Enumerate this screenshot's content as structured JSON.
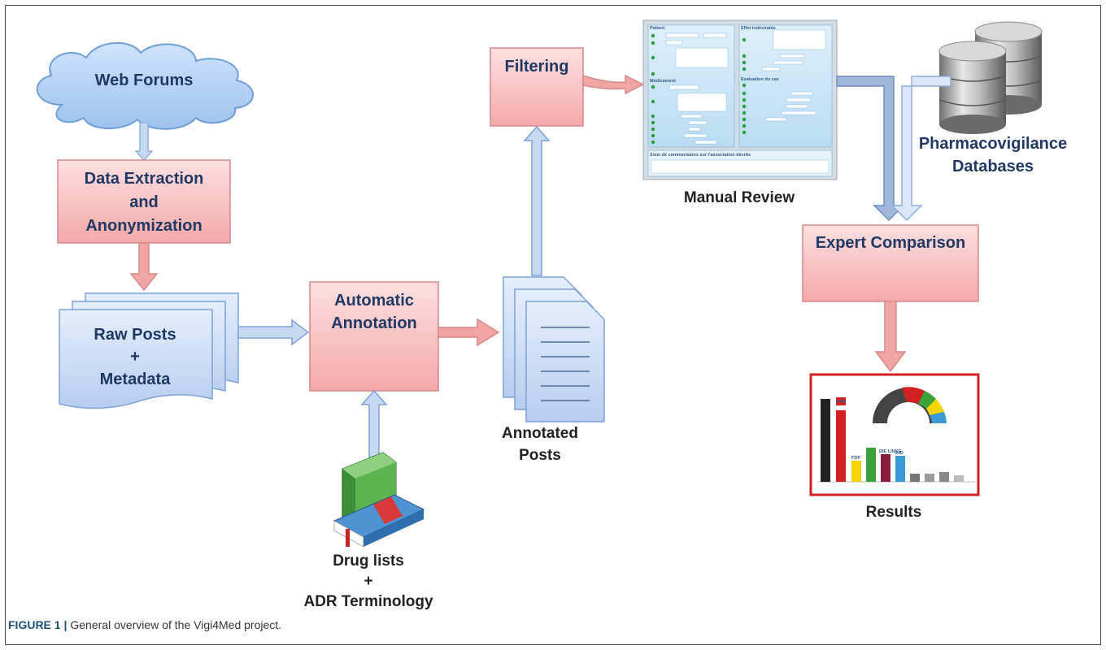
{
  "nodes": {
    "web_forums": "Web Forums",
    "data_extraction": [
      "Data Extraction",
      "and",
      "Anonymization"
    ],
    "raw_posts": [
      "Raw Posts",
      "+",
      "Metadata"
    ],
    "automatic_annotation": [
      "Automatic",
      "Annotation"
    ],
    "drug_lists": [
      "Drug lists",
      "+",
      "ADR Terminology"
    ],
    "annotated_posts": [
      "Annotated",
      "Posts"
    ],
    "filtering": "Filtering",
    "manual_review": "Manual Review",
    "pharmacovigilance": [
      "Pharmacovigilance",
      "Databases"
    ],
    "expert_comparison": "Expert Comparison",
    "results": "Results"
  },
  "form_thumbnail": {
    "left_header": "Patient",
    "right_header": "Effet indésirable",
    "middle_header": "Médicament",
    "right_mid_header": "Evaluation du cas",
    "bottom_label": "Zone de commentaires sur l'association décrite"
  },
  "results_thumbnail": {
    "party_labels": [
      "SPD",
      "FDP",
      "DIE LINKE",
      "AfD"
    ]
  },
  "caption": {
    "label": "FIGURE 1 |",
    "text": "General overview of the Vigi4Med project."
  },
  "colors": {
    "box_fill": "#f6b4b4",
    "box_stroke": "#d98f8f",
    "doc_fill": "#c5d9f3",
    "arrow_blue": "#c5d9f3",
    "arrow_red": "#f2a5a5",
    "label_text": "#1f3864"
  }
}
